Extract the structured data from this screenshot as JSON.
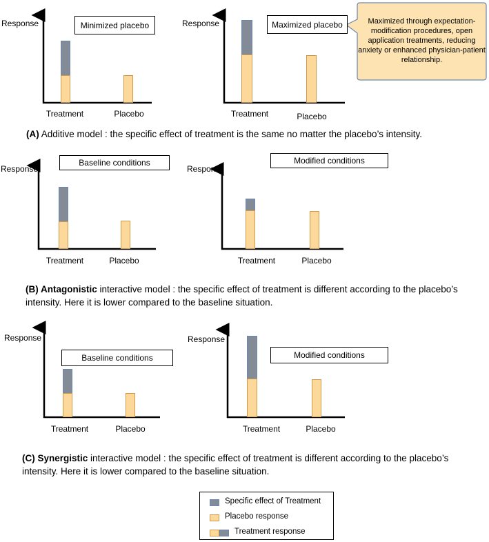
{
  "axis_labels": {
    "response": "Response",
    "treatment": "Treatment",
    "placebo": "Placebo"
  },
  "panel_a": {
    "left_title": "Minimized placebo",
    "right_title": "Maximized placebo",
    "callout": "Maximized through expectation-modification procedures, open application treatments, reducing anxiety or enhanced physician-patient relationship.",
    "caption_tag": "(A)",
    "caption_text": " Additive model : the specific effect of treatment is the same no matter the placebo’s intensity."
  },
  "panel_b": {
    "left_title": "Baseline conditions",
    "right_title": "Modified conditions",
    "caption_tag": "(B) ",
    "caption_bold": "Antagonistic",
    "caption_text": " interactive model : the specific effect  of treatment is different according to the placebo’s intensity. Here it is lower compared to the baseline situation."
  },
  "panel_c": {
    "left_title": "Baseline conditions",
    "right_title": "Modified conditions",
    "caption_tag": "(C) ",
    "caption_bold": "Synergistic",
    "caption_text": " interactive model : the specific effect  of treatment is different according to the placebo’s intensity. Here it is lower compared to the baseline situation."
  },
  "legend": {
    "specific": "Specific effect of Treatment",
    "placebo": "Placebo response",
    "treatment": "Treatment response"
  },
  "colors": {
    "placebo": "#fcd89b",
    "specific": "#838b96",
    "callout": "#fde3b2"
  }
}
